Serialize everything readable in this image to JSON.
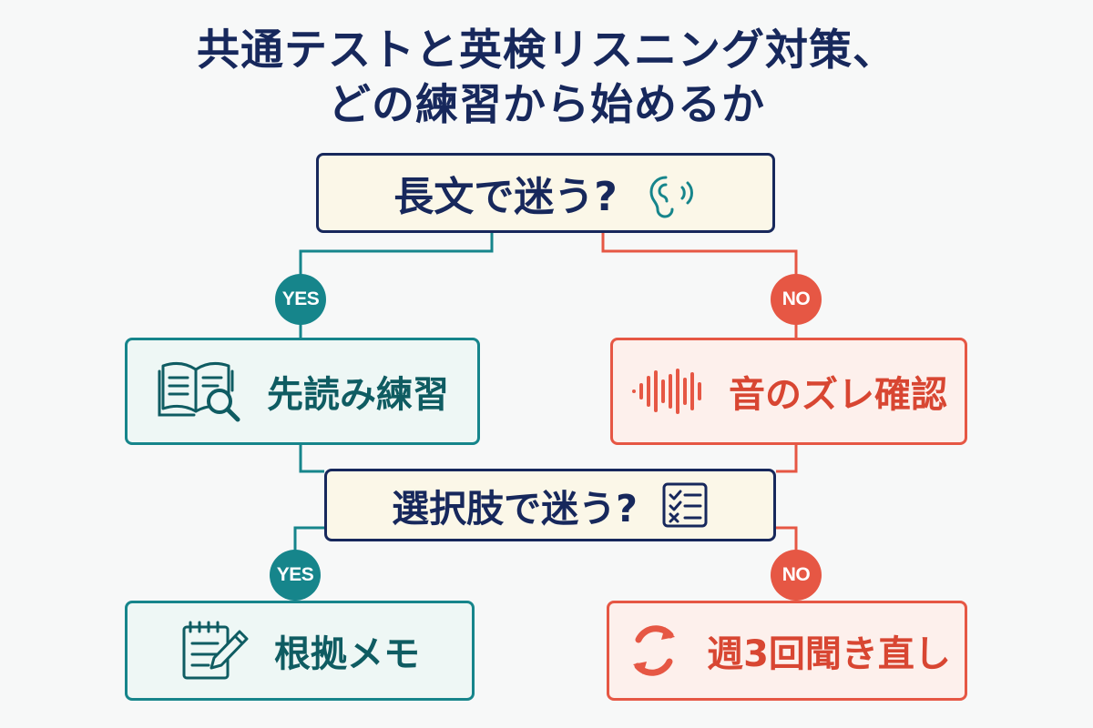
{
  "title": {
    "line1": "共通テストと英検リスニング対策、",
    "line2": "どの練習から始めるか"
  },
  "nodes": {
    "question1": {
      "label": "長文で迷う?",
      "icon": "ear-icon"
    },
    "yes1": {
      "label": "YES"
    },
    "no1": {
      "label": "NO"
    },
    "answer_yes1": {
      "label": "先読み練習",
      "icon": "book-search-icon"
    },
    "answer_no1": {
      "label": "音のズレ確認",
      "icon": "sound-wave-icon"
    },
    "question2": {
      "label": "選択肢で迷う?",
      "icon": "checklist-icon"
    },
    "yes2": {
      "label": "YES"
    },
    "no2": {
      "label": "NO"
    },
    "answer_yes2": {
      "label": "根拠メモ",
      "icon": "notepad-pencil-icon"
    },
    "answer_no2": {
      "label": "週3回聞き直し",
      "icon": "refresh-icon"
    }
  },
  "colors": {
    "navy": "#17285c",
    "teal": "#16858b",
    "red": "#e65744",
    "question_fill": "#fbf7e8",
    "teal_fill": "#eef7f5",
    "red_fill": "#fdf0ec",
    "background": "#f7f8f8"
  }
}
